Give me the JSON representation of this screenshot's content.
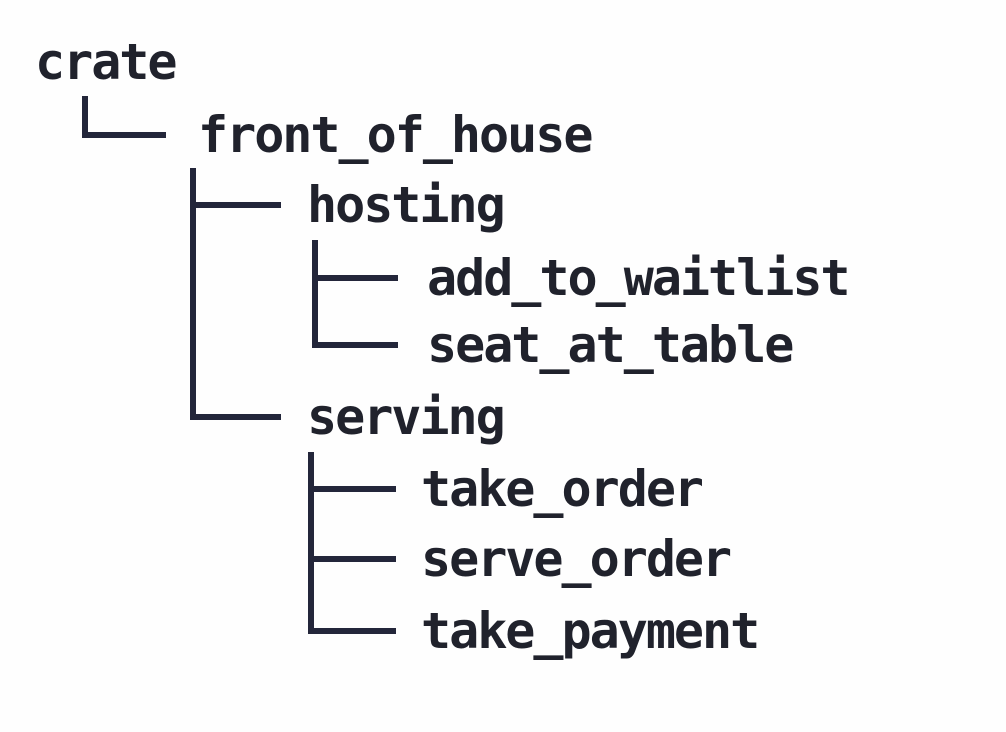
{
  "figure": {
    "title": "module-tree-diagram",
    "kind": "tree-diagram",
    "text_color": "#20222c",
    "line_color": "#23263a",
    "background_color": "#fefefe"
  },
  "tree": {
    "nodes": [
      {
        "label": "crate",
        "depth": 0,
        "parent": null
      },
      {
        "label": "front_of_house",
        "depth": 1,
        "parent": "crate"
      },
      {
        "label": "hosting",
        "depth": 2,
        "parent": "front_of_house"
      },
      {
        "label": "add_to_waitlist",
        "depth": 3,
        "parent": "hosting"
      },
      {
        "label": "seat_at_table",
        "depth": 3,
        "parent": "hosting"
      },
      {
        "label": "serving",
        "depth": 2,
        "parent": "front_of_house"
      },
      {
        "label": "take_order",
        "depth": 3,
        "parent": "serving"
      },
      {
        "label": "serve_order",
        "depth": 3,
        "parent": "serving"
      },
      {
        "label": "take_payment",
        "depth": 3,
        "parent": "serving"
      }
    ]
  }
}
